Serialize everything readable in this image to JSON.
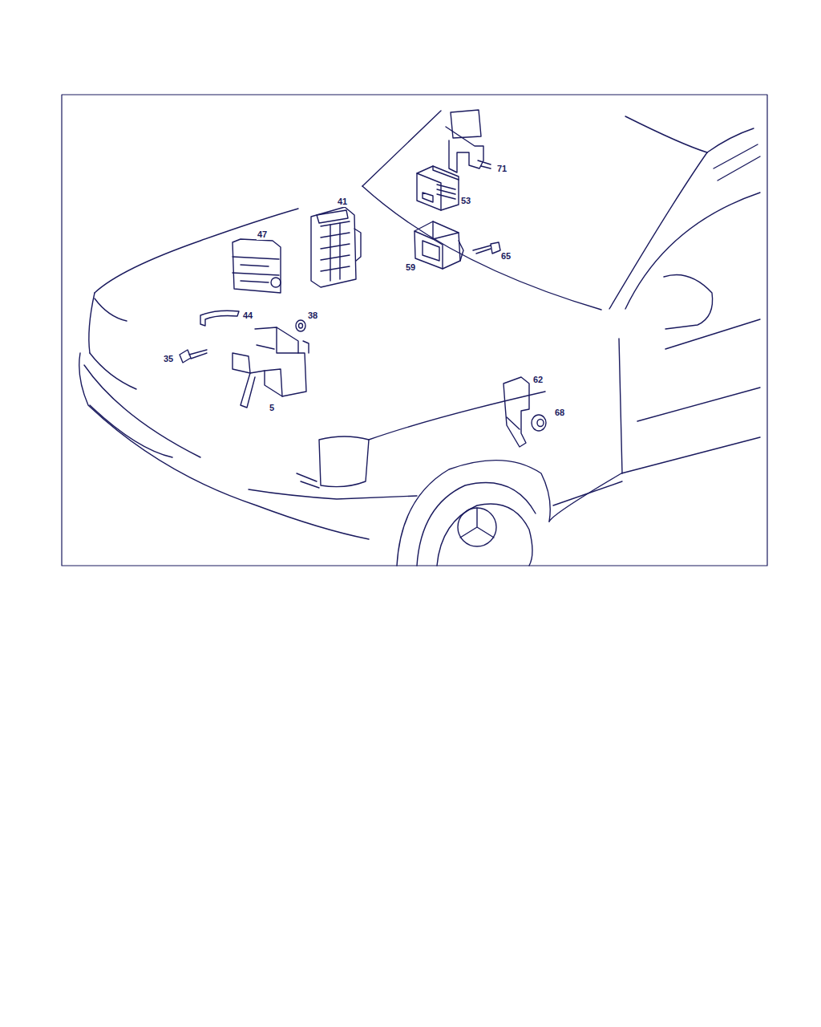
{
  "diagram": {
    "labels": [
      "71",
      "53",
      "41",
      "47",
      "59",
      "65",
      "44",
      "38",
      "35",
      "5",
      "62",
      "68"
    ]
  }
}
